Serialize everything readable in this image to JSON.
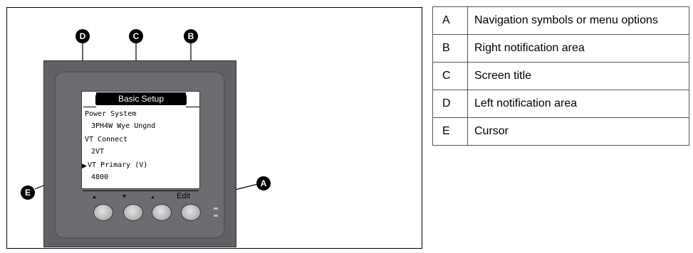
{
  "callouts": [
    "A",
    "B",
    "C",
    "D",
    "E"
  ],
  "screen": {
    "title": "Basic Setup",
    "lines": [
      "Power System",
      "3PH4W Wye Ungnd",
      "VT Connect",
      "2VT",
      "VT Primary (V)",
      "4800"
    ],
    "cursor": "▶",
    "nav": {
      "down": "▼",
      "up": "▲",
      "edit": "Edit"
    }
  },
  "legend": [
    {
      "key": "A",
      "text": "Navigation symbols or menu options"
    },
    {
      "key": "B",
      "text": "Right notification area"
    },
    {
      "key": "C",
      "text": "Screen title"
    },
    {
      "key": "D",
      "text": "Left notification area"
    },
    {
      "key": "E",
      "text": "Cursor"
    }
  ]
}
